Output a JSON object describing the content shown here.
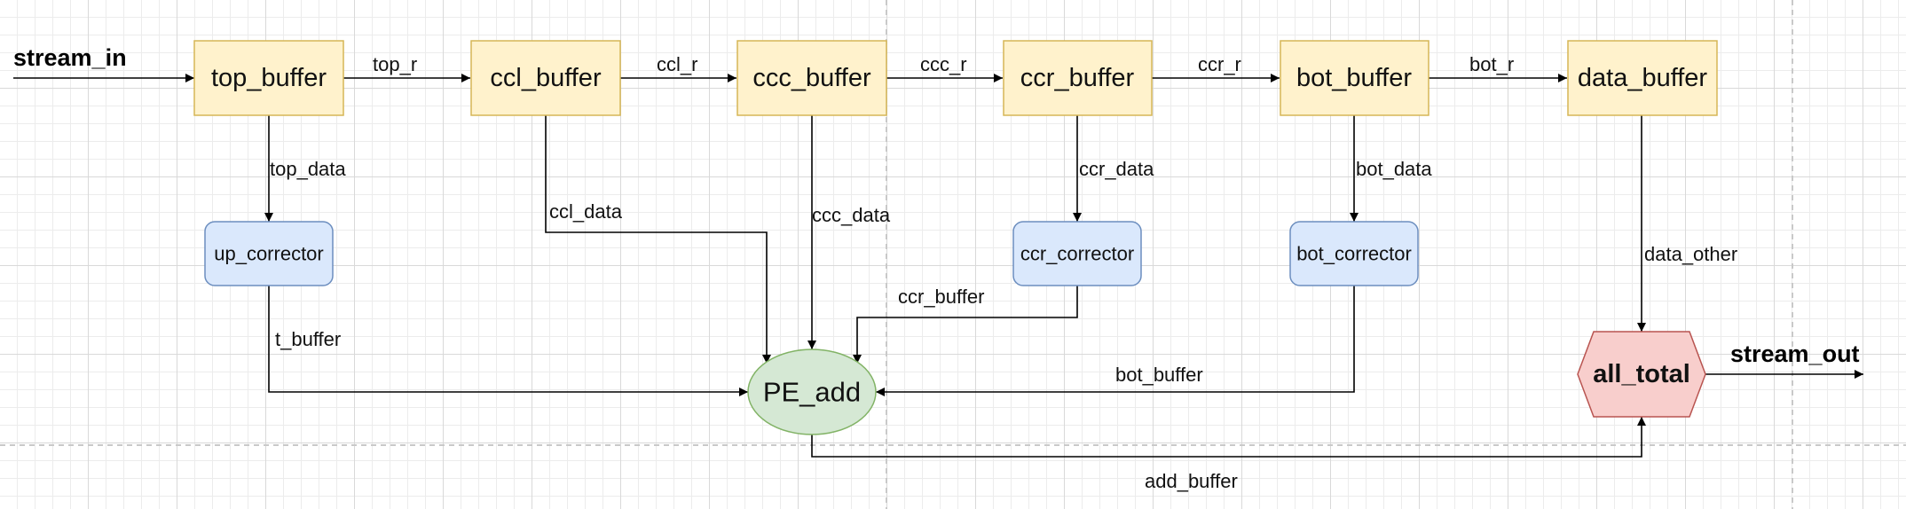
{
  "io": {
    "input": "stream_in",
    "output": "stream_out"
  },
  "nodes": {
    "top_buffer": "top_buffer",
    "ccl_buffer": "ccl_buffer",
    "ccc_buffer": "ccc_buffer",
    "ccr_buffer": "ccr_buffer",
    "bot_buffer": "bot_buffer",
    "data_buffer": "data_buffer",
    "up_corrector": "up_corrector",
    "ccr_corrector": "ccr_corrector",
    "bot_corrector": "bot_corrector",
    "pe_add": "PE_add",
    "all_total": "all_total"
  },
  "edges": {
    "top_r": "top_r",
    "ccl_r": "ccl_r",
    "ccc_r": "ccc_r",
    "ccr_r": "ccr_r",
    "bot_r": "bot_r",
    "top_data": "top_data",
    "ccl_data": "ccl_data",
    "ccc_data": "ccc_data",
    "ccr_data": "ccr_data",
    "bot_data": "bot_data",
    "data_other": "data_other",
    "t_buffer": "t_buffer",
    "ccr_buffer": "ccr_buffer",
    "bot_buffer": "bot_buffer",
    "add_buffer": "add_buffer"
  },
  "colors": {
    "buffer_fill": "#fff2cc",
    "buffer_stroke": "#d6b656",
    "corrector_fill": "#dae8fc",
    "corrector_stroke": "#6c8ebf",
    "pe_fill": "#d5e8d4",
    "pe_stroke": "#82b366",
    "total_fill": "#f8cecc",
    "total_stroke": "#b85450"
  }
}
